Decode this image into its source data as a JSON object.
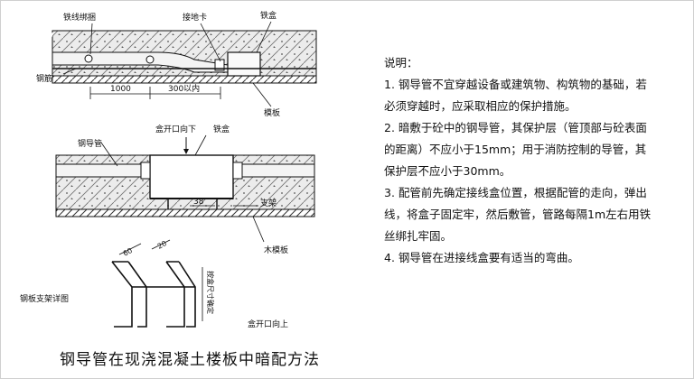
{
  "labels": {
    "wire_binding": "铁线绑捆",
    "ground_clip": "接地卡",
    "box_top": "铁盒",
    "rebar": "钢筋",
    "dim_1000": "1000",
    "dim_300": "300以内",
    "formwork_top": "模板",
    "box_opening_down": "盒开口向下",
    "box_mid": "铁盒",
    "steel_pipe": "钢导管",
    "dim_38": "38",
    "support": "支架",
    "wood_formwork": "木模板",
    "bracket_detail": "钢板支架详图",
    "dim_60": "60",
    "dim_20": "20",
    "dim_note": "按盒尺寸确定",
    "box_opening_up": "盒开口向上"
  },
  "notes": {
    "title": "说明：",
    "items": [
      "1. 钢导管不宜穿越设备或建筑物、构筑物的基础，若必须穿越时，应采取相应的保护措施。",
      "2. 暗敷于砼中的钢导管，其保护层（管顶部与砼表面的距离）不应小于15mm；用于消防控制的导管，其保护层不应小于30mm。",
      "3. 配管前先确定接线盒位置，根据配管的走向，弹出线，将盒子固定牢，然后敷管，管路每隔1m左右用铁丝绑扎牢固。",
      "4. 钢导管在进接线盒要有适当的弯曲。"
    ]
  },
  "caption": "钢导管在现浇混凝土楼板中暗配方法"
}
